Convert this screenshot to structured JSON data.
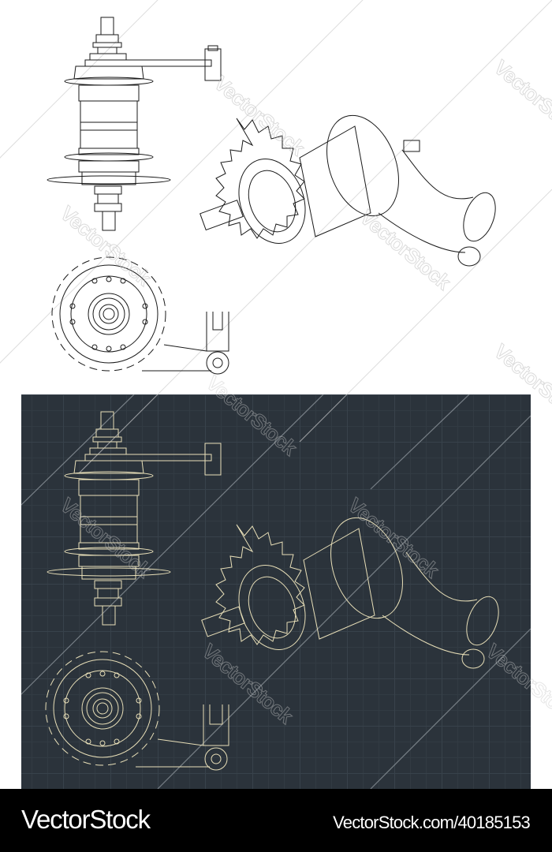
{
  "image": {
    "subject": "Bicycle rear hub with sprocket and torque arm – technical blueprint drawings",
    "panels": [
      {
        "name": "light-panel",
        "background": "#ffffff",
        "line_color": "#1a1a1a",
        "views": [
          "side-view",
          "isometric-view",
          "end-view"
        ]
      },
      {
        "name": "dark-panel",
        "background": "#2b333b",
        "grid_color": "#38424b",
        "line_color": "#e8dfb8",
        "views": [
          "side-view",
          "isometric-view",
          "end-view"
        ]
      }
    ]
  },
  "watermark": {
    "text": "VectorStock",
    "color": "#bdbdbd"
  },
  "footer": {
    "brand": "VectorStock",
    "url": "VectorStock.com/40185153",
    "background": "#000000",
    "text_color": "#ffffff"
  }
}
